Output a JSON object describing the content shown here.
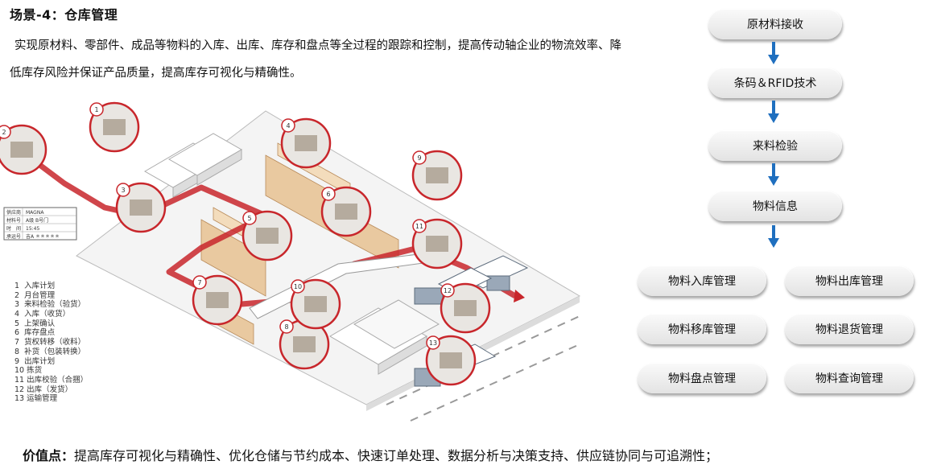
{
  "header": {
    "title": "场景-4：仓库管理",
    "intro": "实现原材料、零部件、成品等物料的入库、出库、库存和盘点等全过程的跟踪和控制，提高传动轴企业的物流效率、降低库存风险并保证产品质量，提高库存可视化与精确性。"
  },
  "flow": {
    "steps": [
      "原材料接收",
      "条码＆RFID技术",
      "来料检验",
      "物料信息"
    ],
    "modules": [
      "物料入库管理",
      "物料出库管理",
      "物料移库管理",
      "物料退货管理",
      "物料盘点管理",
      "物料查询管理"
    ]
  },
  "illustration": {
    "legend": [
      "1  入库计划",
      "2  月台管理",
      "3  来料检验（验货）",
      "4  入库（收货）",
      "5  上架确认",
      "6  库存盘点",
      "7  货权转移（收料）",
      "8  补货（包装转换）",
      "9  出库计划",
      "10 拣货",
      "11 出库校验（合捆）",
      "12 出库（发货）",
      "13 运输管理"
    ],
    "badges": [
      "1",
      "2",
      "3",
      "4",
      "5",
      "6",
      "7",
      "8",
      "9",
      "10",
      "11",
      "12",
      "13"
    ],
    "card": {
      "rows": [
        [
          "供应商",
          "MAGNA"
        ],
        [
          "材料号",
          "A级 B号门"
        ],
        [
          "时　间",
          "15:45"
        ],
        [
          "承运号",
          "吉A ＊＊＊＊＊"
        ]
      ]
    }
  },
  "footer": {
    "label": "价值点：",
    "text": "提高库存可视化与精确性、优化仓储与节约成本、快速订单处理、数据分析与决策支持、供应链协同与可追溯性；"
  },
  "colors": {
    "accent": "#1f6fbf",
    "route": "#c8262b",
    "pill_top": "#fafafa",
    "pill_bottom": "#e3e3e3"
  }
}
